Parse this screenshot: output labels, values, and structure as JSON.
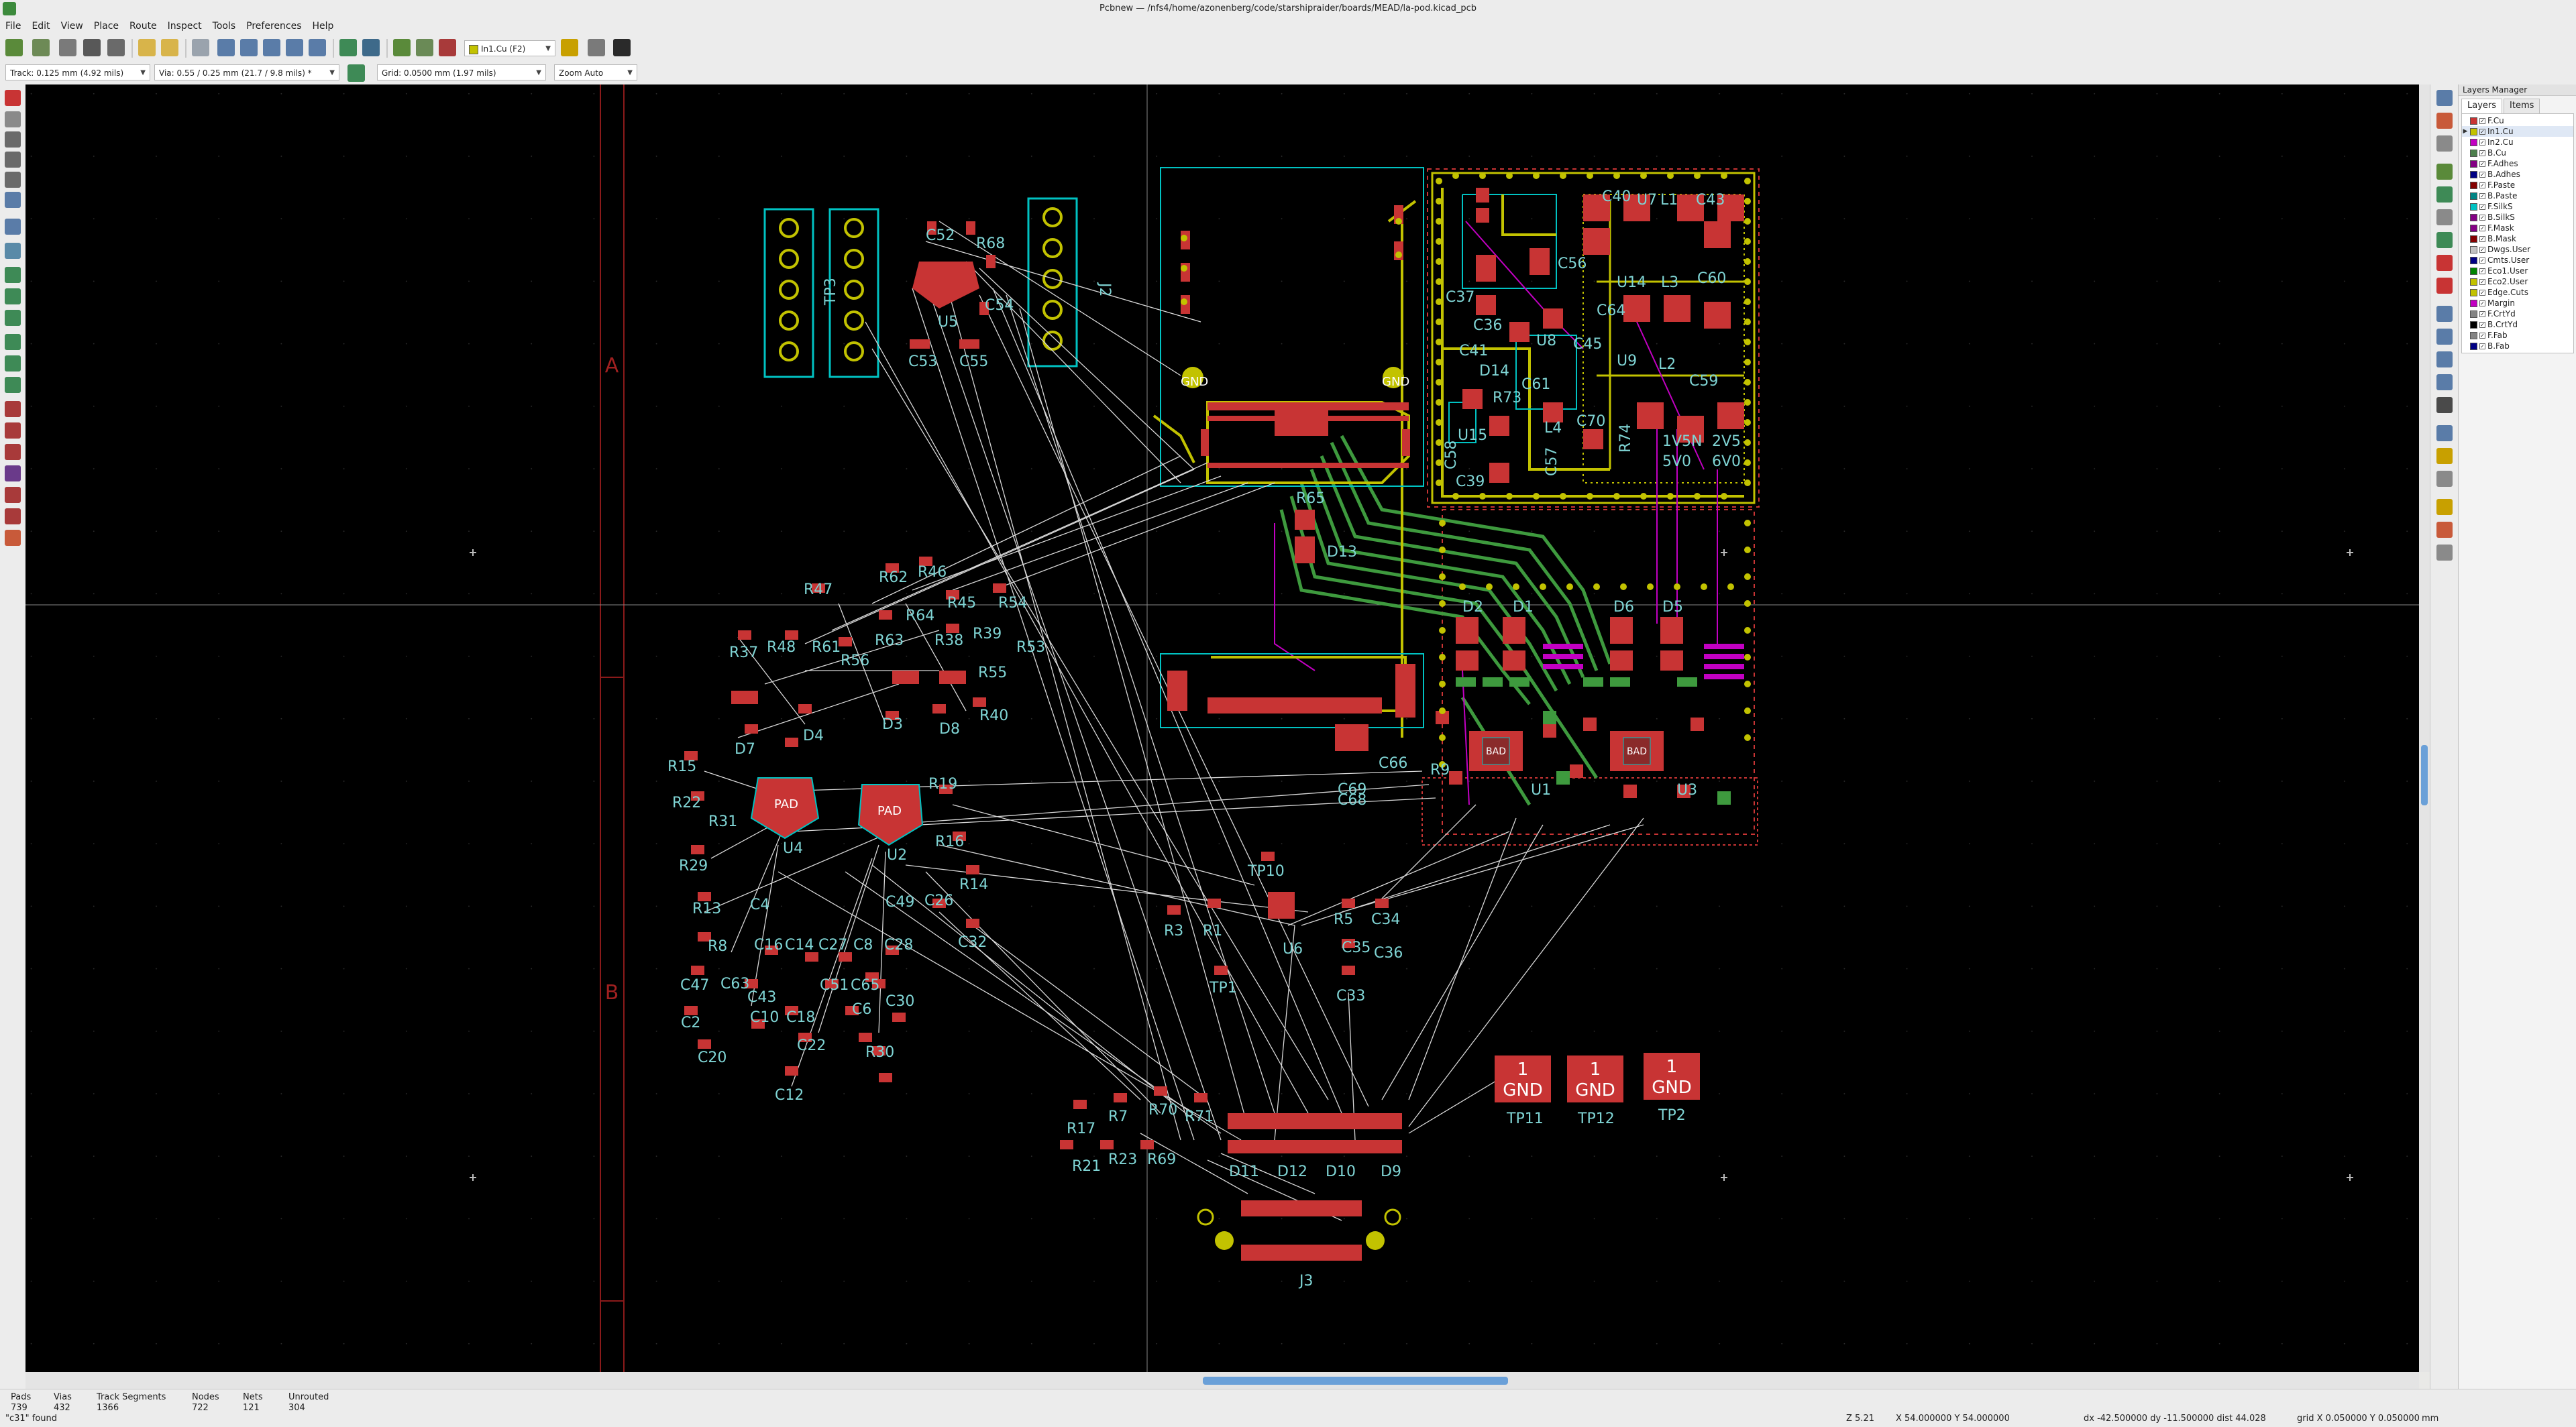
{
  "window": {
    "title": "Pcbnew — /nfs4/home/azonenberg/code/starshipraider/boards/MEAD/la-pod.kicad_pcb"
  },
  "menu": [
    "File",
    "Edit",
    "View",
    "Place",
    "Route",
    "Inspect",
    "Tools",
    "Preferences",
    "Help"
  ],
  "toolbar": {
    "layer_select": "In1.Cu (F2)"
  },
  "toolbar2": {
    "track": "Track: 0.125 mm (4.92 mils)",
    "via": "Via: 0.55 / 0.25 mm (21.7 / 9.8 mils) *",
    "grid": "Grid: 0.0500 mm (1.97 mils)",
    "zoom": "Zoom Auto"
  },
  "layers_panel": {
    "title": "Layers Manager",
    "tabs": [
      "Layers",
      "Items"
    ],
    "layers": [
      {
        "name": "F.Cu",
        "color": "#c83434"
      },
      {
        "name": "In1.Cu",
        "color": "#c2c200",
        "selected": true
      },
      {
        "name": "In2.Cu",
        "color": "#c200c2"
      },
      {
        "name": "B.Cu",
        "color": "#4d7f4d"
      },
      {
        "name": "F.Adhes",
        "color": "#840084"
      },
      {
        "name": "B.Adhes",
        "color": "#000084"
      },
      {
        "name": "F.Paste",
        "color": "#840000"
      },
      {
        "name": "B.Paste",
        "color": "#008484"
      },
      {
        "name": "F.SilkS",
        "color": "#00c2c2"
      },
      {
        "name": "B.SilkS",
        "color": "#840084"
      },
      {
        "name": "F.Mask",
        "color": "#840084"
      },
      {
        "name": "B.Mask",
        "color": "#840000"
      },
      {
        "name": "Dwgs.User",
        "color": "#c2c2c2"
      },
      {
        "name": "Cmts.User",
        "color": "#000084"
      },
      {
        "name": "Eco1.User",
        "color": "#008400"
      },
      {
        "name": "Eco2.User",
        "color": "#c2c200"
      },
      {
        "name": "Edge.Cuts",
        "color": "#c2c200"
      },
      {
        "name": "Margin",
        "color": "#c200c2"
      },
      {
        "name": "F.CrtYd",
        "color": "#848484"
      },
      {
        "name": "B.CrtYd",
        "color": "#000000"
      },
      {
        "name": "F.Fab",
        "color": "#848484"
      },
      {
        "name": "B.Fab",
        "color": "#000084"
      }
    ]
  },
  "status": {
    "pads_label": "Pads",
    "pads": "739",
    "vias_label": "Vias",
    "vias": "432",
    "tracks_label": "Track Segments",
    "tracks": "1366",
    "nodes_label": "Nodes",
    "nodes": "722",
    "nets_label": "Nets",
    "nets": "121",
    "unrouted_label": "Unrouted",
    "unrouted": "304",
    "message": "\"c31\" found",
    "zoom": "Z 5.21",
    "coords": "X 54.000000  Y 54.000000",
    "delta": "dx -42.500000  dy -11.500000  dist 44.028",
    "grid": "grid X 0.050000  Y 0.050000",
    "units": "mm"
  },
  "board": {
    "sheet_labels": [
      "A",
      "B"
    ],
    "refdes": {
      "connectors": [
        "J2",
        "J3",
        "TP3",
        "TP12",
        "TP11",
        "TP2",
        "TP10",
        "TP1",
        "TP2"
      ],
      "silk": [
        "C52",
        "R68",
        "C54",
        "U5",
        "C53",
        "C55",
        "C40",
        "U7",
        "L1",
        "C43",
        "C56",
        "C37",
        "C36",
        "C41",
        "U8",
        "C61",
        "D14",
        "R73",
        "C60",
        "C59",
        "C45",
        "U9",
        "L2",
        "L3",
        "U14",
        "C64",
        "C70",
        "L4",
        "U15",
        "C58",
        "C39",
        "C57",
        "R74",
        "1V5N",
        "2V5",
        "5V0",
        "6V0",
        "R65",
        "D13",
        "D2",
        "D1",
        "D6",
        "D5",
        "R47",
        "R62",
        "R46",
        "R45",
        "R54",
        "R37",
        "R48",
        "R61",
        "R64",
        "R39",
        "R63",
        "R38",
        "R53",
        "R56",
        "R55",
        "D3",
        "D4",
        "D8",
        "R40",
        "D7",
        "R15",
        "R22",
        "R19",
        "R29",
        "U4",
        "U2",
        "R16",
        "R14",
        "R31",
        "R13",
        "C4",
        "C49",
        "C26",
        "C32",
        "R8",
        "C16",
        "C14",
        "C27",
        "C8",
        "C28",
        "C47",
        "C63",
        "C43",
        "C51",
        "C65",
        "C30",
        "C2",
        "C10",
        "C18",
        "C6",
        "C22",
        "C20",
        "R30",
        "C12",
        "R3",
        "R1",
        "U6",
        "R5",
        "C34",
        "C35",
        "C36",
        "C33",
        "C69",
        "C68",
        "C66",
        "R9",
        "U1",
        "U3",
        "R17",
        "R7",
        "R70",
        "R71",
        "R21",
        "R23",
        "R69",
        "D11",
        "D12",
        "D10",
        "D9"
      ],
      "pads": [
        "PAD",
        "PAD",
        "GND",
        "GND",
        "1",
        "1",
        "1",
        "GND",
        "GND",
        "GND",
        "BAD",
        "BAD"
      ]
    }
  }
}
